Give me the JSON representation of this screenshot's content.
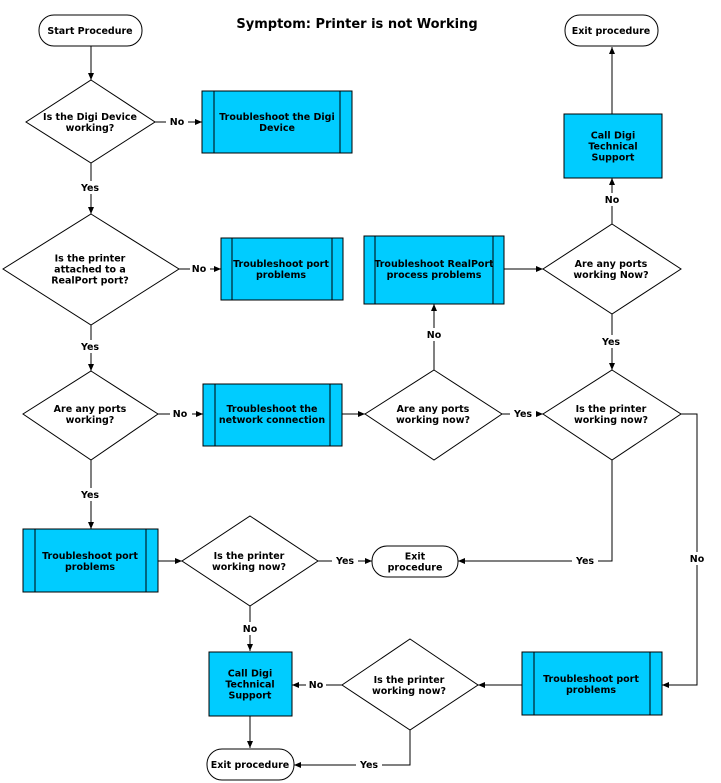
{
  "title": "Symptom: Printer is not  Working",
  "colors": {
    "process_fill": "#00ccff",
    "stroke": "#000000",
    "background": "#ffffff"
  },
  "nodes": {
    "start": {
      "lines": [
        "Start Procedure"
      ]
    },
    "exit_top": {
      "lines": [
        "Exit procedure"
      ]
    },
    "d_digi": {
      "lines": [
        "Is the Digi Device",
        "working?"
      ]
    },
    "p_digi": {
      "lines": [
        "Troubleshoot the Digi",
        "Device"
      ]
    },
    "d_attached": {
      "lines": [
        "Is the printer",
        "attached to a",
        "RealPort  port?"
      ]
    },
    "p_port1": {
      "lines": [
        "Troubleshoot port",
        "problems"
      ]
    },
    "p_realport": {
      "lines": [
        "Troubleshoot RealPort",
        "process problems"
      ]
    },
    "d_ports_now_top": {
      "lines": [
        "Are any ports",
        "working Now?"
      ]
    },
    "p_call_top": {
      "lines": [
        "Call Digi",
        "Technical",
        "Support"
      ]
    },
    "d_ports1": {
      "lines": [
        "Are any ports",
        "working?"
      ]
    },
    "p_network": {
      "lines": [
        "Troubleshoot the",
        "network connection"
      ]
    },
    "d_ports_now_mid": {
      "lines": [
        "Are any ports",
        "working now?"
      ]
    },
    "d_printer_mid": {
      "lines": [
        "Is the printer",
        "working now?"
      ]
    },
    "p_port2": {
      "lines": [
        "Troubleshoot  port",
        "problems"
      ]
    },
    "d_printer_low": {
      "lines": [
        "Is the printer",
        "working now?"
      ]
    },
    "exit_mid": {
      "lines": [
        "Exit",
        "procedure"
      ]
    },
    "p_call_low": {
      "lines": [
        "Call Digi",
        "Technical",
        "Support"
      ]
    },
    "d_printer_bottom": {
      "lines": [
        "Is the printer",
        "working now?"
      ]
    },
    "p_port3": {
      "lines": [
        "Troubleshoot  port",
        "problems"
      ]
    },
    "exit_bottom": {
      "lines": [
        "Exit procedure"
      ]
    }
  },
  "edge_labels": {
    "yes": "Yes",
    "no": "No"
  }
}
